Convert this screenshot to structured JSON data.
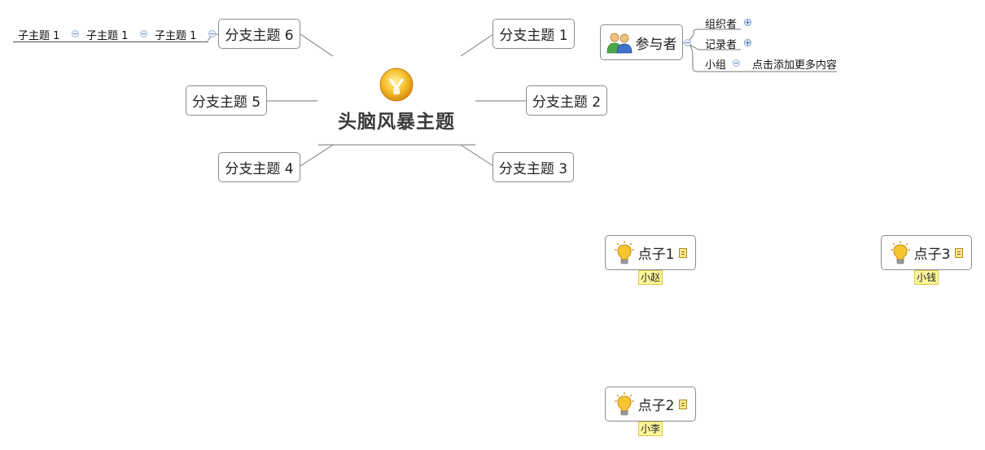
{
  "central": {
    "title": "头脑风暴主题",
    "icon": "lightbulb-smiley-icon"
  },
  "branches": [
    {
      "id": "b1",
      "label": "分支主题 1"
    },
    {
      "id": "b2",
      "label": "分支主题 2"
    },
    {
      "id": "b3",
      "label": "分支主题 3"
    },
    {
      "id": "b4",
      "label": "分支主题 4"
    },
    {
      "id": "b5",
      "label": "分支主题 5"
    },
    {
      "id": "b6",
      "label": "分支主题 6"
    }
  ],
  "branch6_subtopics": [
    "子主题 1",
    "子主题 1",
    "子主题 1"
  ],
  "participants": {
    "label": "参与者",
    "icon": "people-icon",
    "children": [
      {
        "label": "组织者",
        "state": "expand"
      },
      {
        "label": "记录者",
        "state": "expand"
      },
      {
        "label": "小组",
        "state": "collapse",
        "child": "点击添加更多内容"
      }
    ]
  },
  "ideas": [
    {
      "label": "点子1",
      "tag": "小赵",
      "icon": "lightbulb-icon",
      "note_icon": "note-icon"
    },
    {
      "label": "点子2",
      "tag": "小李",
      "icon": "lightbulb-icon",
      "note_icon": "note-icon"
    },
    {
      "label": "点子3",
      "tag": "小钱",
      "icon": "lightbulb-icon",
      "note_icon": "note-icon"
    }
  ],
  "colors": {
    "tag_background": "#fdf69a",
    "topic_border": "#8c8c8c",
    "central_text": "#3b3b3b"
  }
}
